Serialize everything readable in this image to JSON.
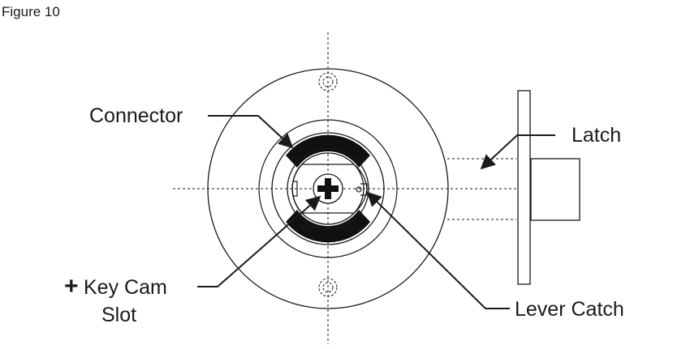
{
  "figure": {
    "label": "Figure 10"
  },
  "callouts": {
    "connector": "Connector",
    "latch": "Latch",
    "key_cam_symbol": "+",
    "key_cam_line1": "Key Cam",
    "key_cam_line2": "Slot",
    "lever_catch": "Lever Catch"
  },
  "colors": {
    "ink": "#1a1a1a",
    "background": "#ffffff"
  }
}
